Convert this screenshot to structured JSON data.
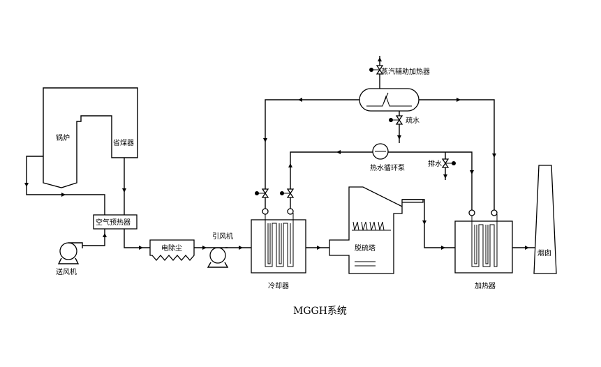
{
  "diagram": {
    "caption": "MGGH系统",
    "labels": {
      "boiler": "锅炉",
      "economizer": "省煤器",
      "air_preheater": "空气预热器",
      "forced_fan": "送风机",
      "esp": "电除尘",
      "induced_fan": "引风机",
      "cooler": "冷却器",
      "desulfurization_tower": "脱硫塔",
      "heater": "加热器",
      "chimney": "烟囱",
      "steam_heater": "蒸汽辅助加热器",
      "drain": "疏水",
      "circulation_pump": "热水循环泵",
      "discharge": "排水"
    }
  }
}
